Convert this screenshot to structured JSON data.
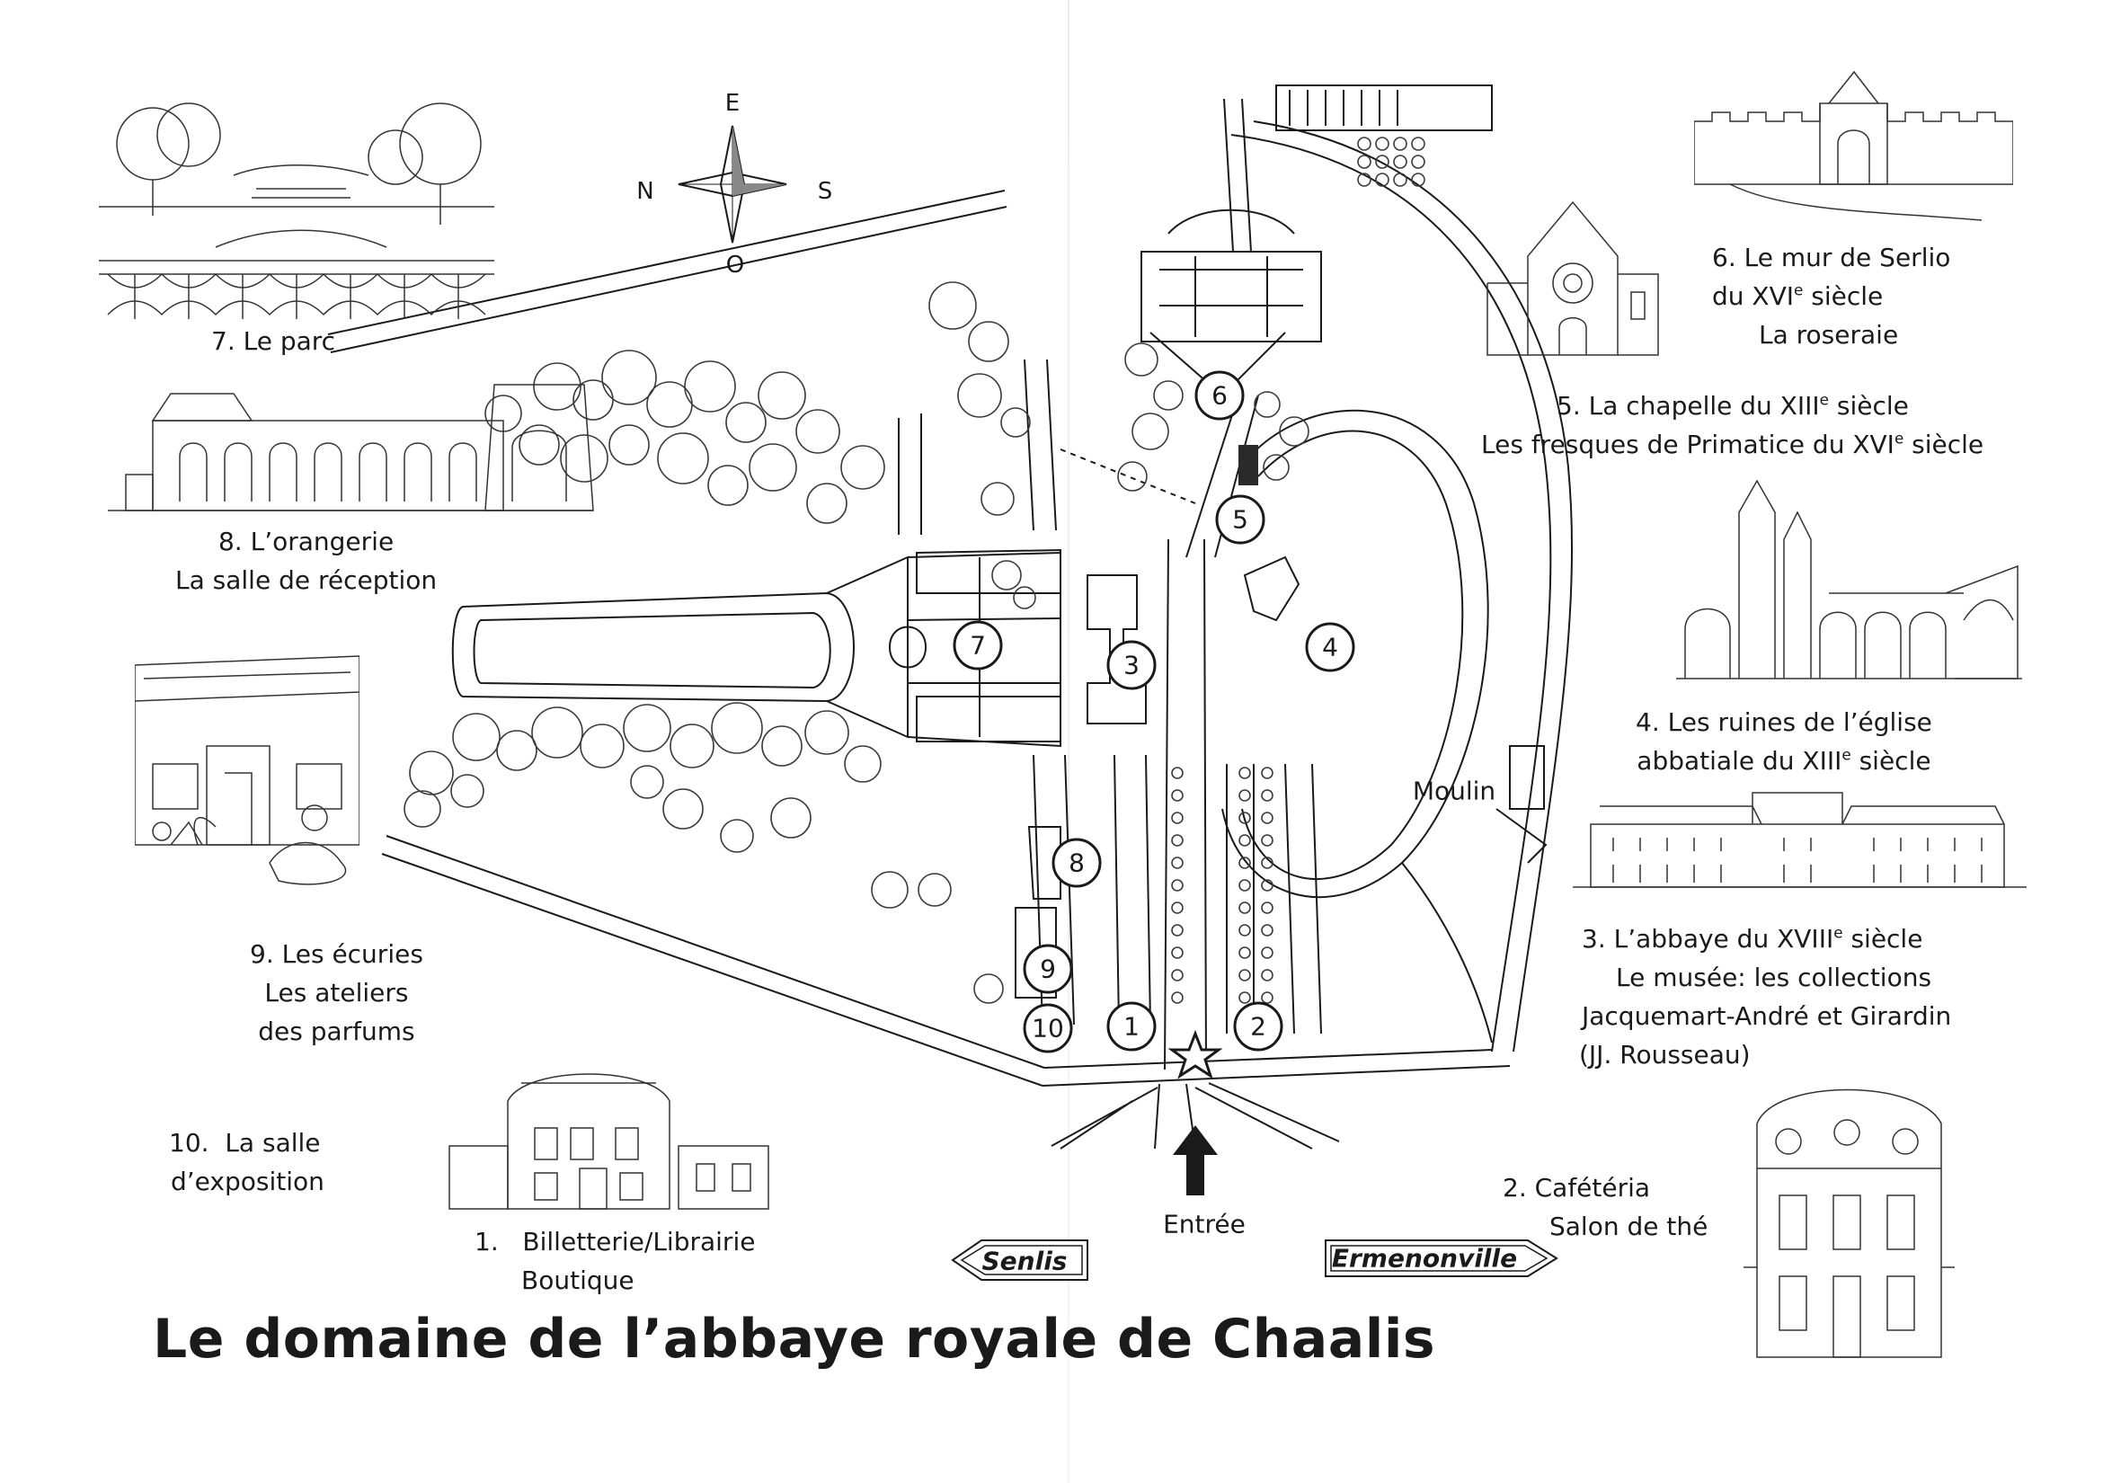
{
  "title": "Le domaine de l’abbaye royale de Chaalis",
  "compass": {
    "north": "N",
    "east": "E",
    "south": "S",
    "west": "O"
  },
  "roads": {
    "left": "Senlis",
    "right": "Ermenonville"
  },
  "entrance": {
    "label": "Entrée"
  },
  "mill": {
    "label": "Moulin"
  },
  "markers": [
    "1",
    "2",
    "3",
    "4",
    "5",
    "6",
    "7",
    "8",
    "9",
    "10"
  ],
  "legend": {
    "item7": {
      "line1": "7. Le parc"
    },
    "item8": {
      "line1": "8. L’orangerie",
      "line2": "La salle de réception"
    },
    "item9": {
      "line1": "9. Les écuries",
      "line2": "Les ateliers",
      "line3": "des parfums"
    },
    "item10": {
      "line1": "10.  La salle",
      "line2": "d’exposition"
    },
    "item1": {
      "line1": "1.   Billetterie/Librairie",
      "line2": "Boutique"
    },
    "item2": {
      "line1": "2. Cafétéria",
      "line2": "Salon de thé"
    },
    "item3": {
      "line1a": "3. L’abbaye du XVIII",
      "line1sup": "e",
      "line1b": " siècle",
      "line2": "Le musée: les collections",
      "line3": "Jacquemart-André et Girardin",
      "line4": "(JJ. Rousseau)"
    },
    "item4": {
      "line1": "4. Les ruines de l’église",
      "line2a": "abbatiale du XIII",
      "line2sup": "e",
      "line2b": " siècle"
    },
    "item5": {
      "line1a": "5. La chapelle du XIII",
      "line1sup": "e",
      "line1b": " siècle",
      "line2a": "Les fresques de Primatice du XVI",
      "line2sup": "e",
      "line2b": " siècle"
    },
    "item6": {
      "line1": "6. Le mur de Serlio",
      "line2a": "du XVI",
      "line2sup": "e",
      "line2b": " siècle",
      "line3": "La roseraie"
    }
  },
  "colors": {
    "ink": "#1a1a1a",
    "paper": "#ffffff",
    "tree": "#3a3a3a"
  }
}
